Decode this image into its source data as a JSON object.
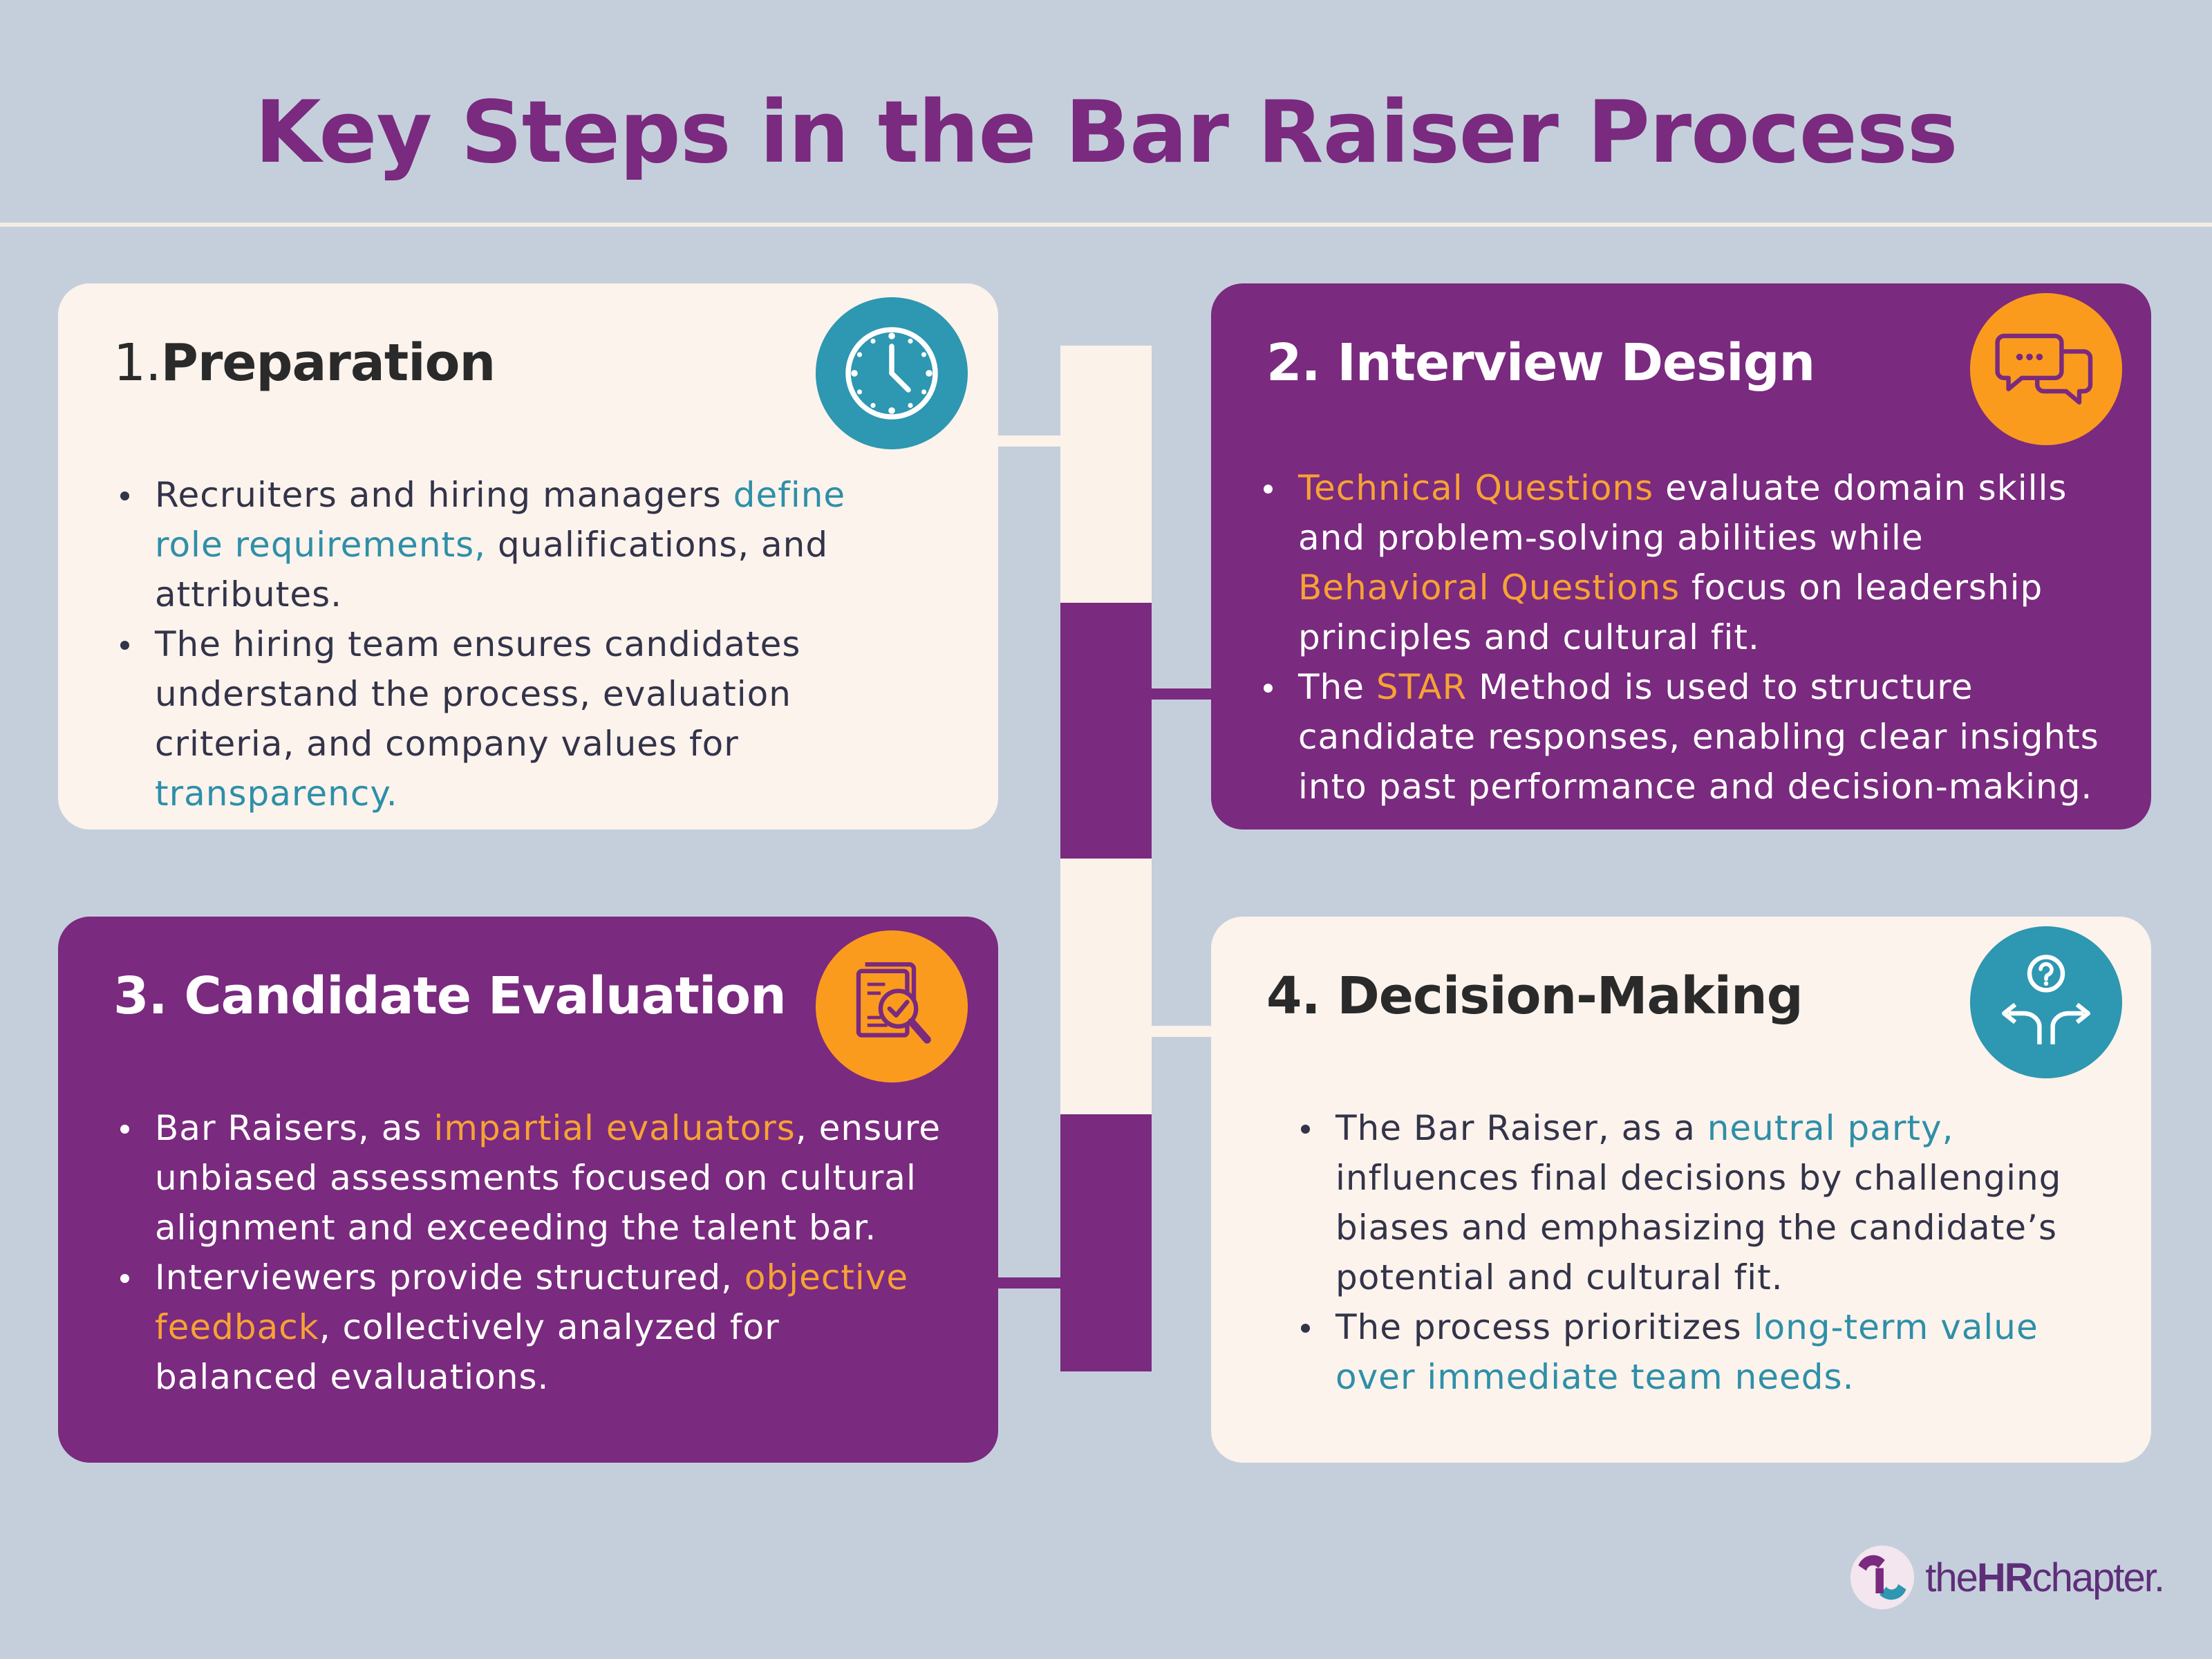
{
  "title": "Key Steps in the Bar Raiser Process",
  "colors": {
    "background": "#c5cfdc",
    "purple": "#7a2a7f",
    "cream": "#fbf3ec",
    "teal": "#2e97b1",
    "orange": "#fb9b1e"
  },
  "steps": [
    {
      "number": "1.",
      "title": "Preparation",
      "icon": "clock-icon",
      "bullets": [
        [
          {
            "t": "Recruiters and hiring managers ",
            "h": ""
          },
          {
            "t": "define role requirements,",
            "h": "teal"
          },
          {
            "t": " qualifications, and attributes.",
            "h": ""
          }
        ],
        [
          {
            "t": "The hiring team ensures candidates understand the process, evaluation criteria, and company values for ",
            "h": ""
          },
          {
            "t": "transparency.",
            "h": "teal"
          }
        ]
      ]
    },
    {
      "number": "2.",
      "title": "Interview Design",
      "icon": "chat-bubbles-icon",
      "bullets": [
        [
          {
            "t": "Technical Questions",
            "h": "orange"
          },
          {
            "t": " evaluate domain skills and problem-solving abilities while ",
            "h": ""
          },
          {
            "t": "Behavioral Questions",
            "h": "orange"
          },
          {
            "t": " focus on leadership principles and cultural fit.",
            "h": ""
          }
        ],
        [
          {
            "t": "The ",
            "h": ""
          },
          {
            "t": "STAR",
            "h": "orange"
          },
          {
            "t": " Method is used to structure candidate responses, enabling clear insights into past performance and decision-making.",
            "h": ""
          }
        ]
      ]
    },
    {
      "number": "3.",
      "title": "Candidate Evaluation",
      "icon": "document-magnifier-icon",
      "bullets": [
        [
          {
            "t": "Bar Raisers, as ",
            "h": ""
          },
          {
            "t": "impartial evaluators",
            "h": "orange"
          },
          {
            "t": ", ensure unbiased assessments focused on cultural alignment and exceeding the talent bar.",
            "h": ""
          }
        ],
        [
          {
            "t": "Interviewers provide structured, ",
            "h": ""
          },
          {
            "t": "objective feedback",
            "h": "orange"
          },
          {
            "t": ", collectively analyzed for balanced evaluations.",
            "h": ""
          }
        ]
      ]
    },
    {
      "number": "4.",
      "title": "Decision-Making",
      "icon": "question-arrows-icon",
      "bullets": [
        [
          {
            "t": "The Bar Raiser, as a ",
            "h": ""
          },
          {
            "t": "neutral party,",
            "h": "teal"
          },
          {
            "t": " influences final decisions by challenging biases and emphasizing the candidate’s potential and cultural fit.",
            "h": ""
          }
        ],
        [
          {
            "t": "The process prioritizes ",
            "h": ""
          },
          {
            "t": "long-term value over immediate team needs.",
            "h": "teal"
          }
        ]
      ]
    }
  ],
  "brand": {
    "prefix": "the",
    "bold": "HR",
    "suffix": "chapter."
  }
}
